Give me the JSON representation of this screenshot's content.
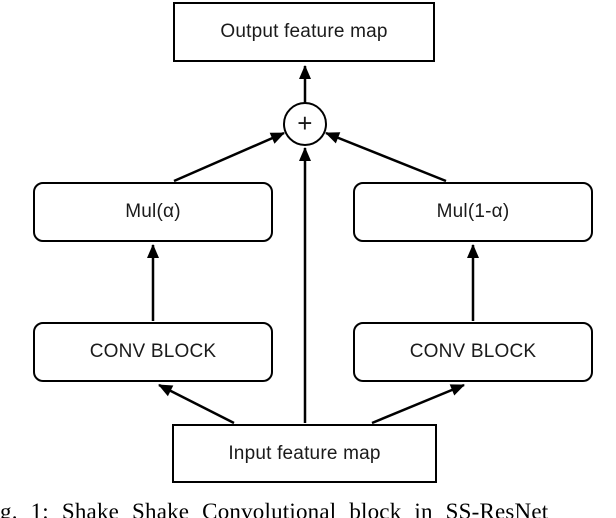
{
  "diagram": {
    "caption": "g. 1: Shake Shake Convolutional block in SS-ResNet",
    "nodes": {
      "output": "Output feature map",
      "sum": "+",
      "mul_left": "Mul(α)",
      "mul_right": "Mul(1-α)",
      "conv_left": "CONV BLOCK",
      "conv_right": "CONV BLOCK",
      "input": "Input feature map"
    },
    "colors": {
      "stroke": "#000000",
      "background": "#ffffff"
    }
  }
}
